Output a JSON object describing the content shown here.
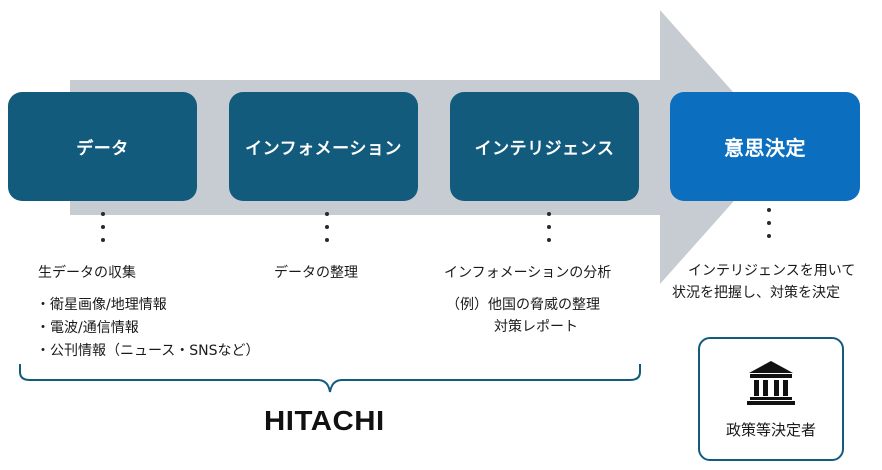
{
  "flow": {
    "steps": [
      {
        "label": "データ"
      },
      {
        "label": "インフォメーション"
      },
      {
        "label": "インテリジェンス"
      },
      {
        "label": "意思決定"
      }
    ]
  },
  "details": {
    "data": {
      "heading": "生データの収集",
      "items": [
        "・衛星画像/地理情報",
        "・電波/通信情報",
        "・公刊情報（ニュース・SNSなど）"
      ]
    },
    "information": {
      "heading": "データの整理"
    },
    "intelligence": {
      "heading": "インフォメーションの分析",
      "example_line1": "（例）他国の脅威の整理",
      "example_line2": "対策レポート"
    },
    "decision": {
      "line1": "インテリジェンスを用いて",
      "line2": "状況を把握し、対策を決定"
    }
  },
  "brand": {
    "logo_text": "HITACHI"
  },
  "policy": {
    "label": "政策等決定者",
    "icon": "government-building-icon"
  },
  "colors": {
    "box": "#135b7d",
    "decision": "#0b6ebf",
    "arrow": "#c7ccd3"
  }
}
